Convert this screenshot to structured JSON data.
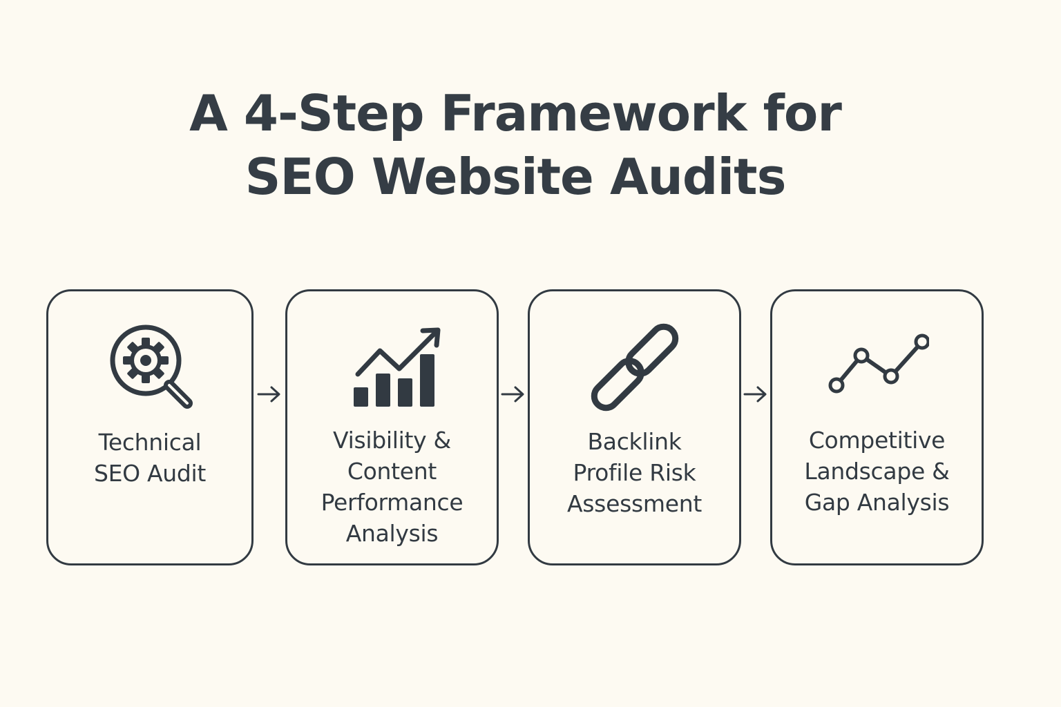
{
  "title": {
    "line1": "A 4-Step Framework for",
    "line2": "SEO Website Audits"
  },
  "steps": [
    {
      "icon": "magnifier-gear-icon",
      "lines": [
        "Technical",
        "SEO Audit"
      ]
    },
    {
      "icon": "bar-chart-trend-icon",
      "lines": [
        "Visibility &",
        "Content",
        "Performance",
        "Analysis"
      ]
    },
    {
      "icon": "chain-link-icon",
      "lines": [
        "Backlink",
        "Profile Risk",
        "Assessment"
      ]
    },
    {
      "icon": "line-graph-icon",
      "lines": [
        "Competitive",
        "Landscape &",
        "Gap Analysis"
      ]
    }
  ],
  "colors": {
    "background": "#fdfaf2",
    "ink": "#323a42"
  }
}
